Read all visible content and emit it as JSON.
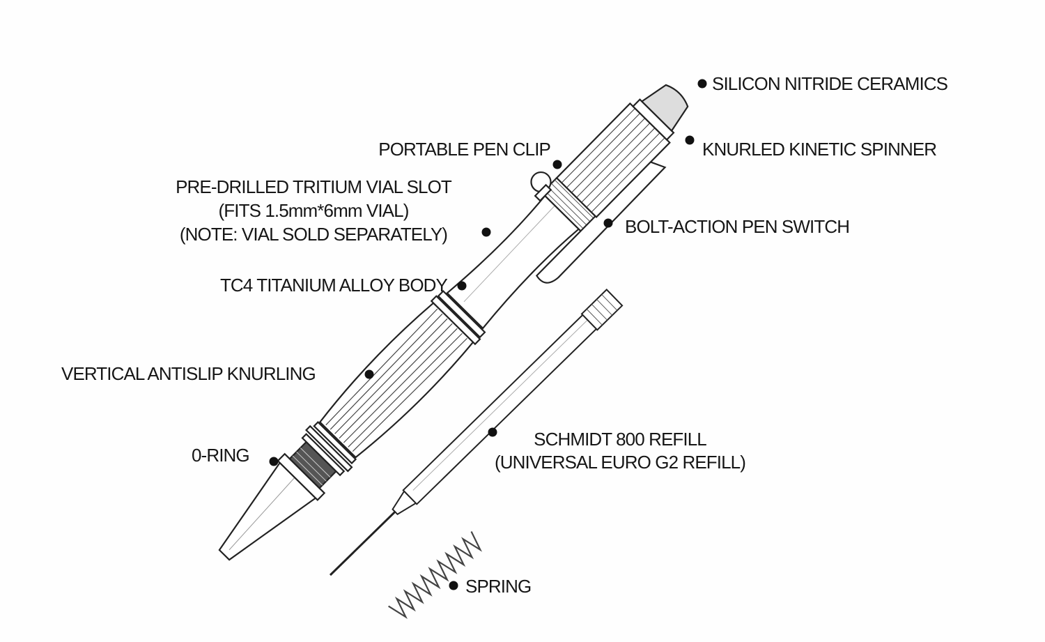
{
  "labels": {
    "silicon_nitride": "SILICON NITRIDE CERAMICS",
    "spinner": "KNURLED KINETIC SPINNER",
    "clip": "PORTABLE PEN CLIP",
    "tritium": [
      "PRE-DRILLED TRITIUM VIAL SLOT",
      "(FITS 1.5mm*6mm VIAL)",
      "(NOTE: VIAL SOLD SEPARATELY)"
    ],
    "bolt": "BOLT-ACTION PEN SWITCH",
    "body": "TC4 TITANIUM ALLOY BODY",
    "knurling": "VERTICAL ANTISLIP KNURLING",
    "oring": "0-RING",
    "refill": [
      "SCHMIDT 800 REFILL",
      "(UNIVERSAL EURO G2 REFILL)"
    ],
    "spring": "SPRING"
  },
  "colors": {
    "ink": "#161616",
    "dot": "#111111"
  }
}
